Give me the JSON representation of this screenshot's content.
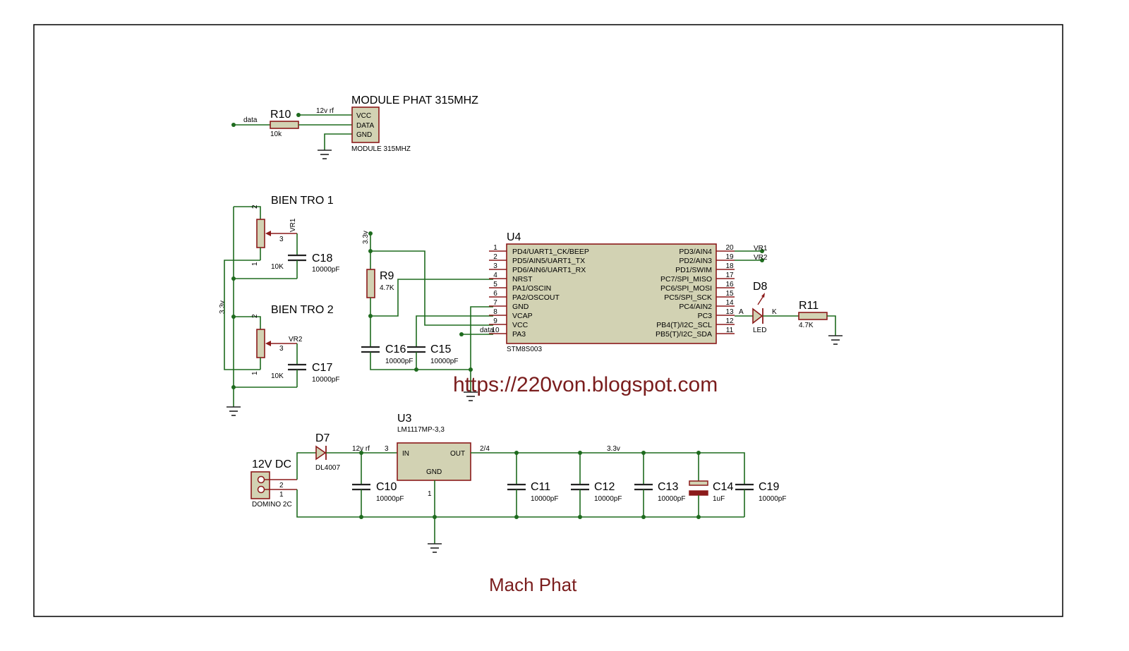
{
  "module": {
    "title": "MODULE PHAT 315MHZ",
    "subtitle": "MODULE 315MHZ",
    "pins": [
      "VCC",
      "DATA",
      "GND"
    ]
  },
  "r10": {
    "ref": "R10",
    "value": "10k"
  },
  "nets": {
    "data": "data",
    "rf12": "12v rf",
    "v33": "3.3v",
    "vr1": "VR1",
    "vr2": "VR2"
  },
  "pot1": {
    "title": "BIEN TRO 1",
    "ref": "VR1",
    "value": "10K",
    "p1": "1",
    "p2": "2",
    "p3": "3"
  },
  "pot2": {
    "title": "BIEN TRO 2",
    "ref": "VR2",
    "value": "10K",
    "p1": "1",
    "p2": "2",
    "p3": "3"
  },
  "c18": {
    "ref": "C18",
    "value": "10000pF"
  },
  "c17": {
    "ref": "C17",
    "value": "10000pF"
  },
  "r9": {
    "ref": "R9",
    "value": "4.7K"
  },
  "c16": {
    "ref": "C16",
    "value": "10000pF"
  },
  "c15": {
    "ref": "C15",
    "value": "10000pF"
  },
  "u4": {
    "ref": "U4",
    "part": "STM8S003",
    "left_pins": [
      {
        "num": "1",
        "name": "PD4/UART1_CK/BEEP"
      },
      {
        "num": "2",
        "name": "PD5/AIN5/UART1_TX"
      },
      {
        "num": "3",
        "name": "PD6/AIN6/UART1_RX"
      },
      {
        "num": "4",
        "name": "NRST"
      },
      {
        "num": "5",
        "name": "PA1/OSCIN"
      },
      {
        "num": "6",
        "name": "PA2/OSCOUT"
      },
      {
        "num": "7",
        "name": "GND"
      },
      {
        "num": "8",
        "name": "VCAP"
      },
      {
        "num": "9",
        "name": "VCC"
      },
      {
        "num": "10",
        "name": "PA3"
      }
    ],
    "right_pins": [
      {
        "num": "20",
        "name": "PD3/AIN4"
      },
      {
        "num": "19",
        "name": "PD2/AIN3"
      },
      {
        "num": "18",
        "name": "PD1/SWIM"
      },
      {
        "num": "17",
        "name": "PC7/SPI_MISO"
      },
      {
        "num": "16",
        "name": "PC6/SPI_MOSI"
      },
      {
        "num": "15",
        "name": "PC5/SPI_SCK"
      },
      {
        "num": "14",
        "name": "PC4/AIN2"
      },
      {
        "num": "13",
        "name": "PC3"
      },
      {
        "num": "12",
        "name": "PB4(T)/I2C_SCL"
      },
      {
        "num": "11",
        "name": "PB5(T)/I2C_SDA"
      }
    ]
  },
  "d8": {
    "ref": "D8",
    "part": "LED",
    "a": "A",
    "k": "K"
  },
  "r11": {
    "ref": "R11",
    "value": "4.7K"
  },
  "url": "https://220von.blogspot.com",
  "u3": {
    "ref": "U3",
    "part": "LM1117MP-3,3",
    "in": "IN",
    "out": "OUT",
    "gnd": "GND",
    "pin_in": "3",
    "pin_out": "2/4",
    "pin_gnd": "1"
  },
  "d7": {
    "ref": "D7",
    "part": "DL4007"
  },
  "j1": {
    "title": "12V DC",
    "part": "DOMINO 2C",
    "p1": "1",
    "p2": "2"
  },
  "c10": {
    "ref": "C10",
    "value": "10000pF"
  },
  "c11": {
    "ref": "C11",
    "value": "10000pF"
  },
  "c12": {
    "ref": "C12",
    "value": "10000pF"
  },
  "c13": {
    "ref": "C13",
    "value": "10000pF"
  },
  "c14": {
    "ref": "C14",
    "value": "1uF"
  },
  "c19": {
    "ref": "C19",
    "value": "10000pF"
  },
  "caption": "Mach Phat"
}
